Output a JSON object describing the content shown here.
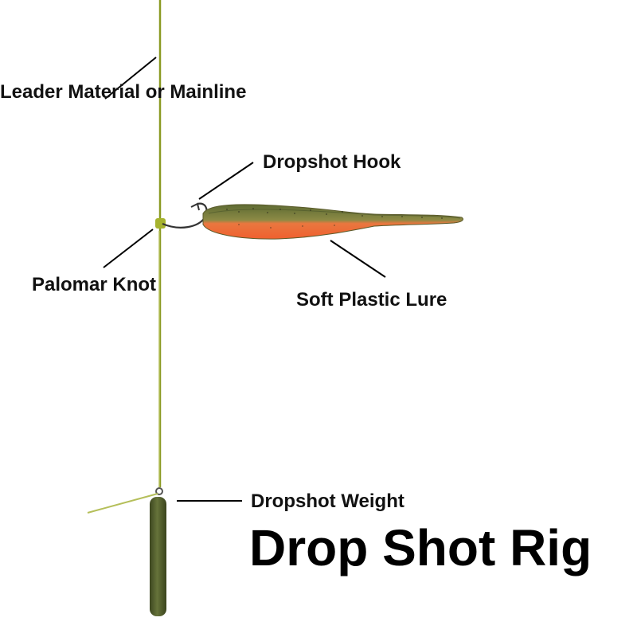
{
  "labels": {
    "leader": "Leader\nMaterial\nor Mainline",
    "hook": "Dropshot Hook",
    "knot": "Palomar\nKnot",
    "lure": "Soft Plastic Lure",
    "weight": "Dropshot Weight"
  },
  "title": "Drop Shot Rig",
  "colors": {
    "line": "#7a8a1e",
    "lure_back": "#6f7c3a",
    "lure_belly": "#f06a3c",
    "weight": "#4e5a2a",
    "leader_pointer": "#000000"
  }
}
